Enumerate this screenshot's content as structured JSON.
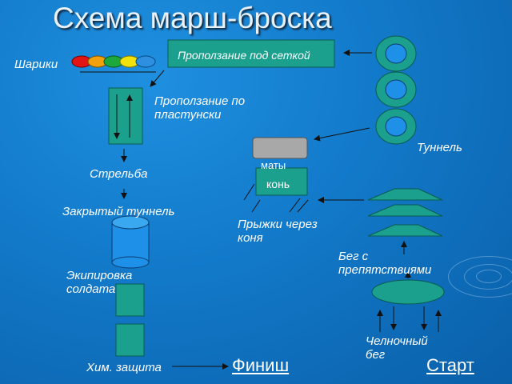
{
  "title": "Схема марш-броска",
  "labels": {
    "balls": "Шарики",
    "crawl_net": "Проползание под сеткой",
    "crawl_plastun": "Проползание по пластунски",
    "shooting": "Стрельба",
    "closed_tunnel": "Закрытый туннель",
    "equipment": "Экипировка солдата",
    "chem": "Хим. защита",
    "tunnel": "Туннель",
    "mats": "маты",
    "horse_box": "конь",
    "horse_jump": "Прыжки через коня",
    "obstacle_run": "Бег с препятствиями",
    "shuttle_run": "Челночный бег",
    "finish": "Финиш",
    "start": "Старт"
  },
  "colors": {
    "background": "#1279c9",
    "shape_fill": "#1aa08c",
    "shape_stroke": "#0b5b52",
    "ball_red": "#e31414",
    "ball_orange": "#f2a10c",
    "ball_green": "#1ca83c",
    "ball_yellow": "#f2e20c",
    "ball_blue": "#2c8fe0",
    "mats": "#a8a8a8",
    "cylinder": "#1e90e8"
  }
}
